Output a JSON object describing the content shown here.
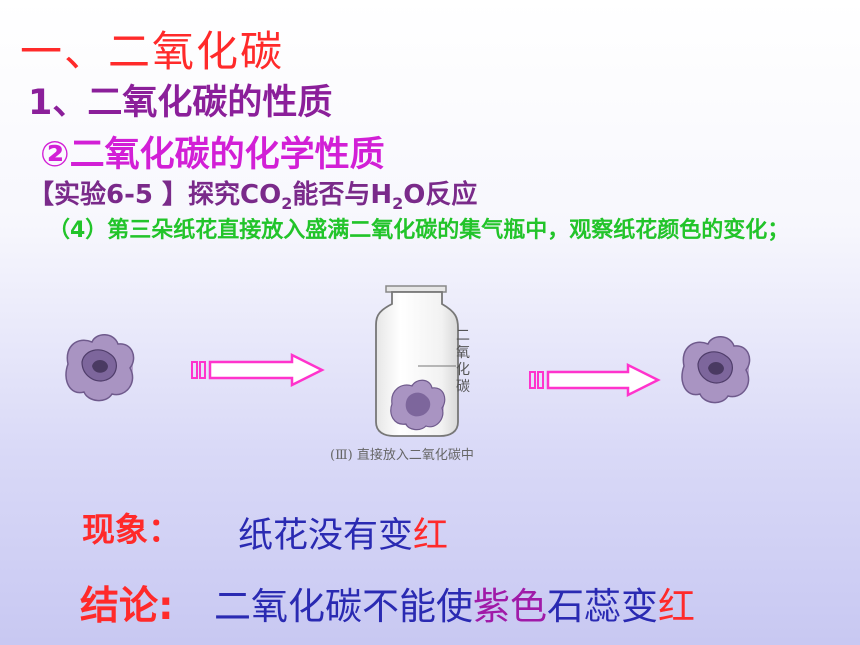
{
  "slide": {
    "title": "一、二氧化碳",
    "subtitle1": "1、二氧化碳的性质",
    "subtitle2": "②二氧化碳的化学性质",
    "experiment": {
      "prefix": "【实验6-5 】探究CO",
      "sub1": "2",
      "mid": "能否与H",
      "sub2": "2",
      "suffix": "O反应"
    },
    "step_text": "（4）第三朵纸花直接放入盛满二氧化碳的集气瓶中，观察纸花颜色的变化；",
    "figure": {
      "bottle_caption": "(Ⅲ) 直接放入二氧化碳中",
      "gas_label": "二氧化碳"
    },
    "phenomenon": {
      "label": "现象：",
      "text_main": "纸花没有变",
      "text_red": "红"
    },
    "conclusion": {
      "label": "结论:",
      "text_a": "二氧化碳不能使",
      "text_purple": "紫色",
      "text_b": "石蕊变",
      "text_red": "红"
    },
    "colors": {
      "title": "#ff2a2a",
      "subtitle1": "#8b1f9a",
      "subtitle2": "#d21fd6",
      "step": "#22c42a",
      "text_blue": "#2a2ab2",
      "arrow": "#ff33cc",
      "flower": "#9a7fb0"
    }
  }
}
